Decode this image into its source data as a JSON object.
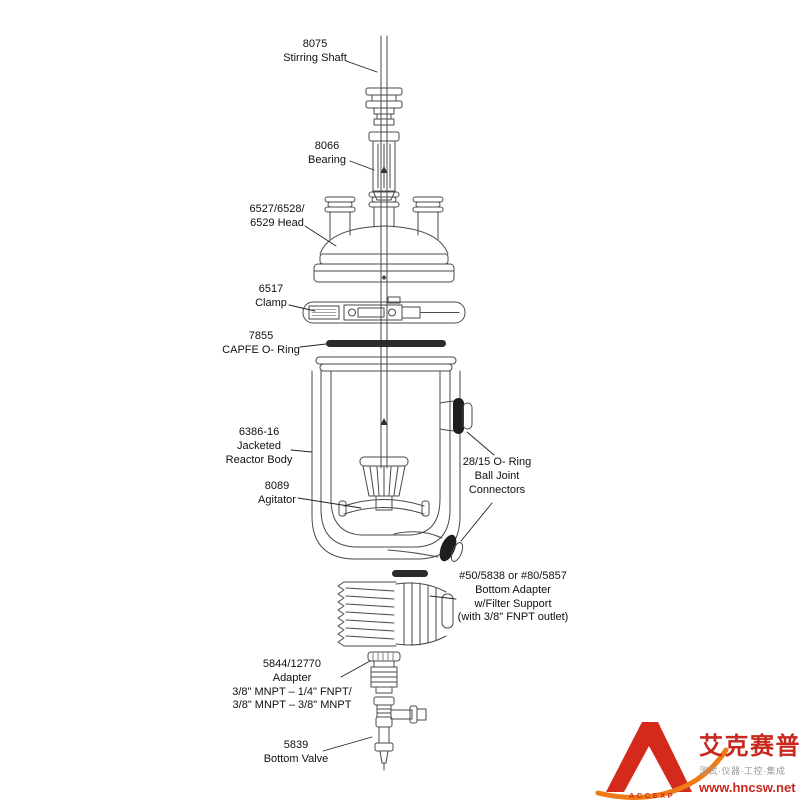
{
  "diagram": {
    "spade_mark": "♠",
    "line_color": "#4a4a4a",
    "labels": [
      {
        "id": "stirring-shaft",
        "text": "8075\nStirring Shaft"
      },
      {
        "id": "bearing",
        "text": "8066\nBearing"
      },
      {
        "id": "head",
        "text": "6527/6528/\n6529 Head"
      },
      {
        "id": "clamp",
        "text": "6517\nClamp"
      },
      {
        "id": "capfe-o-ring",
        "text": "7855\nCAPFE O- Ring"
      },
      {
        "id": "reactor-body",
        "text": "6386-16\nJacketed\nReactor Body"
      },
      {
        "id": "agitator",
        "text": "8089\nAgitator"
      },
      {
        "id": "ball-joint-connectors",
        "text": "28/15 O- Ring\nBall Joint\nConnectors"
      },
      {
        "id": "bottom-adapter",
        "text": "#50/5838 or #80/5857\nBottom Adapter\nw/Filter Support\n(with 3/8\" FNPT outlet)"
      },
      {
        "id": "adapter",
        "text": "5844/12770\nAdapter\n3/8\" MNPT – 1/4\" FNPT/\n3/8\" MNPT – 3/8\" MNPT"
      },
      {
        "id": "bottom-valve",
        "text": "5839\nBottom Valve"
      }
    ]
  },
  "logo": {
    "brand_cn": "艾克赛普",
    "brand_en": "ACCEXP",
    "tagline": "测试·仪器·工控·集成",
    "url": "www.hncsw.net",
    "red": "#c8281e",
    "orange": "#ee7a18"
  }
}
